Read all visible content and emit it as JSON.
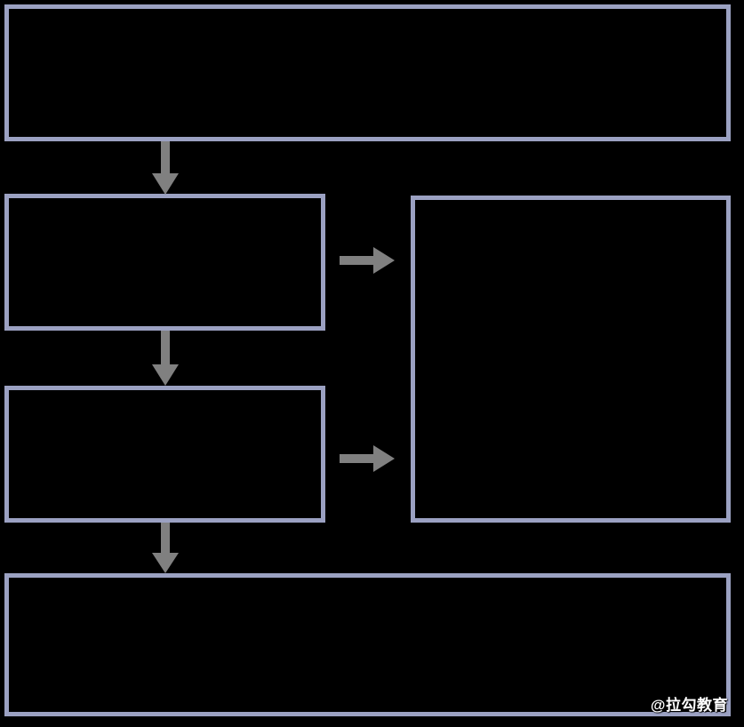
{
  "diagram": {
    "background_color": "#000000",
    "box_border_color": "#9ba1c2",
    "box_fill_color": "#000000",
    "arrow_color": "#808080",
    "boxes": [
      {
        "id": "box-top",
        "label": ""
      },
      {
        "id": "box-mid-up",
        "label": ""
      },
      {
        "id": "box-mid-low",
        "label": ""
      },
      {
        "id": "box-right",
        "label": ""
      },
      {
        "id": "box-bottom",
        "label": ""
      }
    ],
    "arrows": [
      {
        "id": "arrow-top-to-midup",
        "direction": "down",
        "label": ""
      },
      {
        "id": "arrow-midup-to-midlow",
        "direction": "down",
        "label": ""
      },
      {
        "id": "arrow-midlow-to-bottom",
        "direction": "down",
        "label": ""
      },
      {
        "id": "arrow-midup-to-right",
        "direction": "right",
        "label": ""
      },
      {
        "id": "arrow-midlow-to-right",
        "direction": "right",
        "label": ""
      }
    ]
  },
  "watermark": {
    "text": "@拉勾教育"
  }
}
